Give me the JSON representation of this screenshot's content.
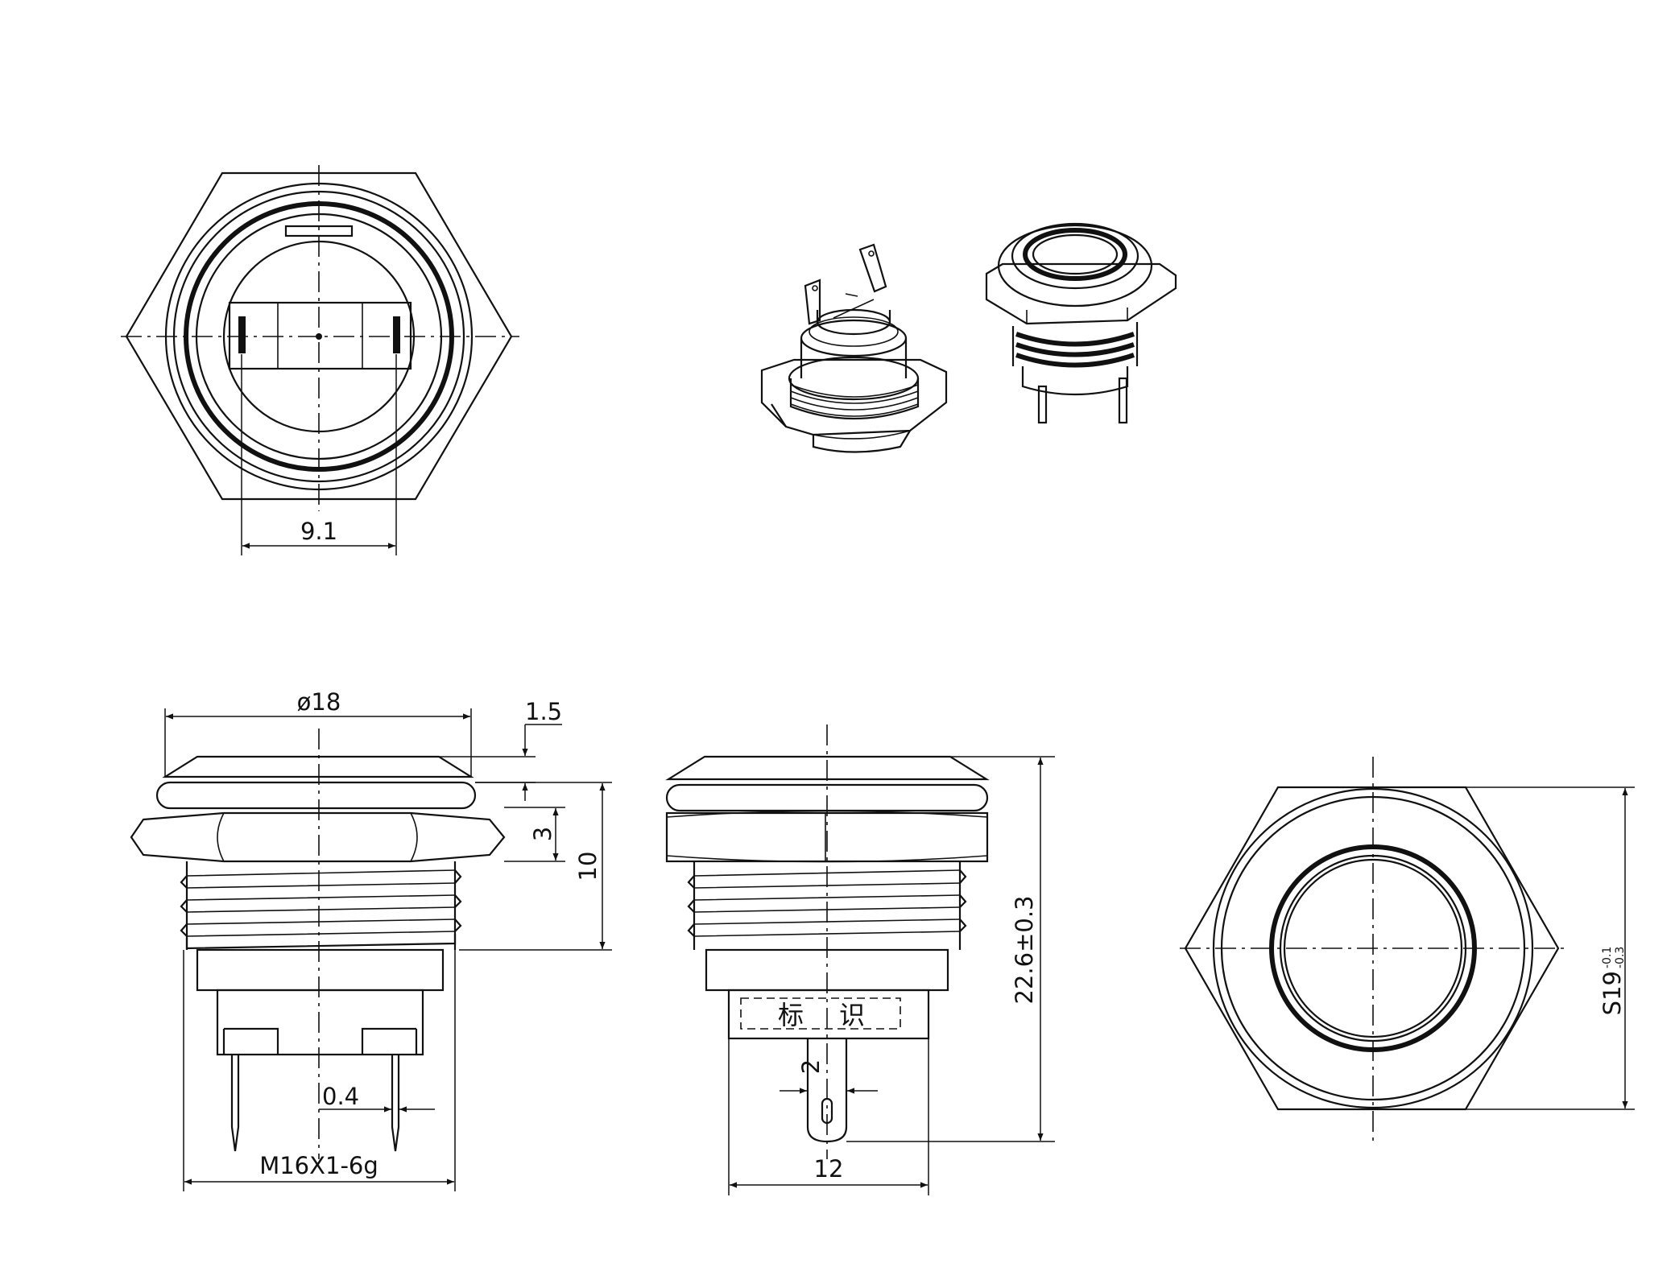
{
  "dimensions": {
    "terminal_spacing": "9.1",
    "head_diameter": "ø18",
    "ring_thickness": "1.5",
    "nut_height": "3",
    "thread_length": "10",
    "thread_spec": "M16X1-6g",
    "terminal_thickness": "0.4",
    "overall_height": "22.6±0.3",
    "terminal_width": "2",
    "body_width": "12",
    "hex_size": "S19",
    "hex_tol_upper": "-0.1",
    "hex_tol_lower": "-0.3"
  },
  "labels": {
    "marking_char_1": "标",
    "marking_char_2": "识"
  }
}
